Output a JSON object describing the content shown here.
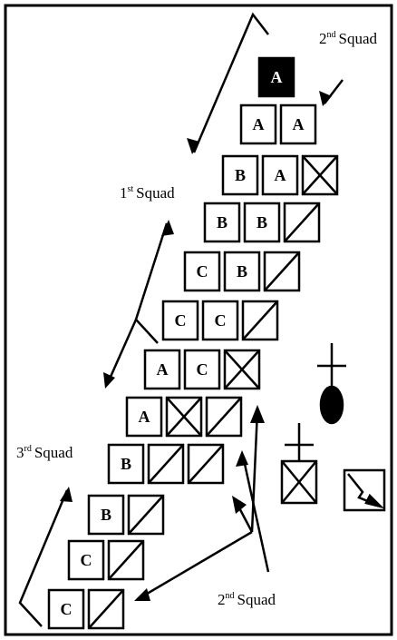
{
  "labels": {
    "squad2_top": {
      "num": "2",
      "sup": "nd",
      "word": "Squad"
    },
    "squad1": {
      "num": "1",
      "sup": "st",
      "word": "Squad"
    },
    "squad3": {
      "num": "3",
      "sup": "rd",
      "word": "Squad"
    },
    "squad2_bottom": {
      "num": "2",
      "sup": "nd",
      "word": "Squad"
    }
  },
  "rows": [
    {
      "cells": [
        "A"
      ]
    },
    {
      "cells": [
        "A",
        "A"
      ]
    },
    {
      "cells": [
        "B",
        "A",
        "X"
      ]
    },
    {
      "cells": [
        "B",
        "B",
        "/"
      ]
    },
    {
      "cells": [
        "C",
        "B",
        "/"
      ]
    },
    {
      "cells": [
        "C",
        "C",
        "/"
      ]
    },
    {
      "cells": [
        "A",
        "C",
        "X"
      ]
    },
    {
      "cells": [
        "A",
        "X",
        "/"
      ]
    },
    {
      "cells": [
        "B",
        "/",
        "/"
      ]
    },
    {
      "cells": [
        "B",
        "/"
      ]
    },
    {
      "cells": [
        "C",
        "/"
      ]
    },
    {
      "cells": [
        "C",
        "/"
      ]
    }
  ],
  "icons": [
    "leader-x-box-icon",
    "platoon-leader-symbol-icon",
    "radio-operator-icon"
  ]
}
